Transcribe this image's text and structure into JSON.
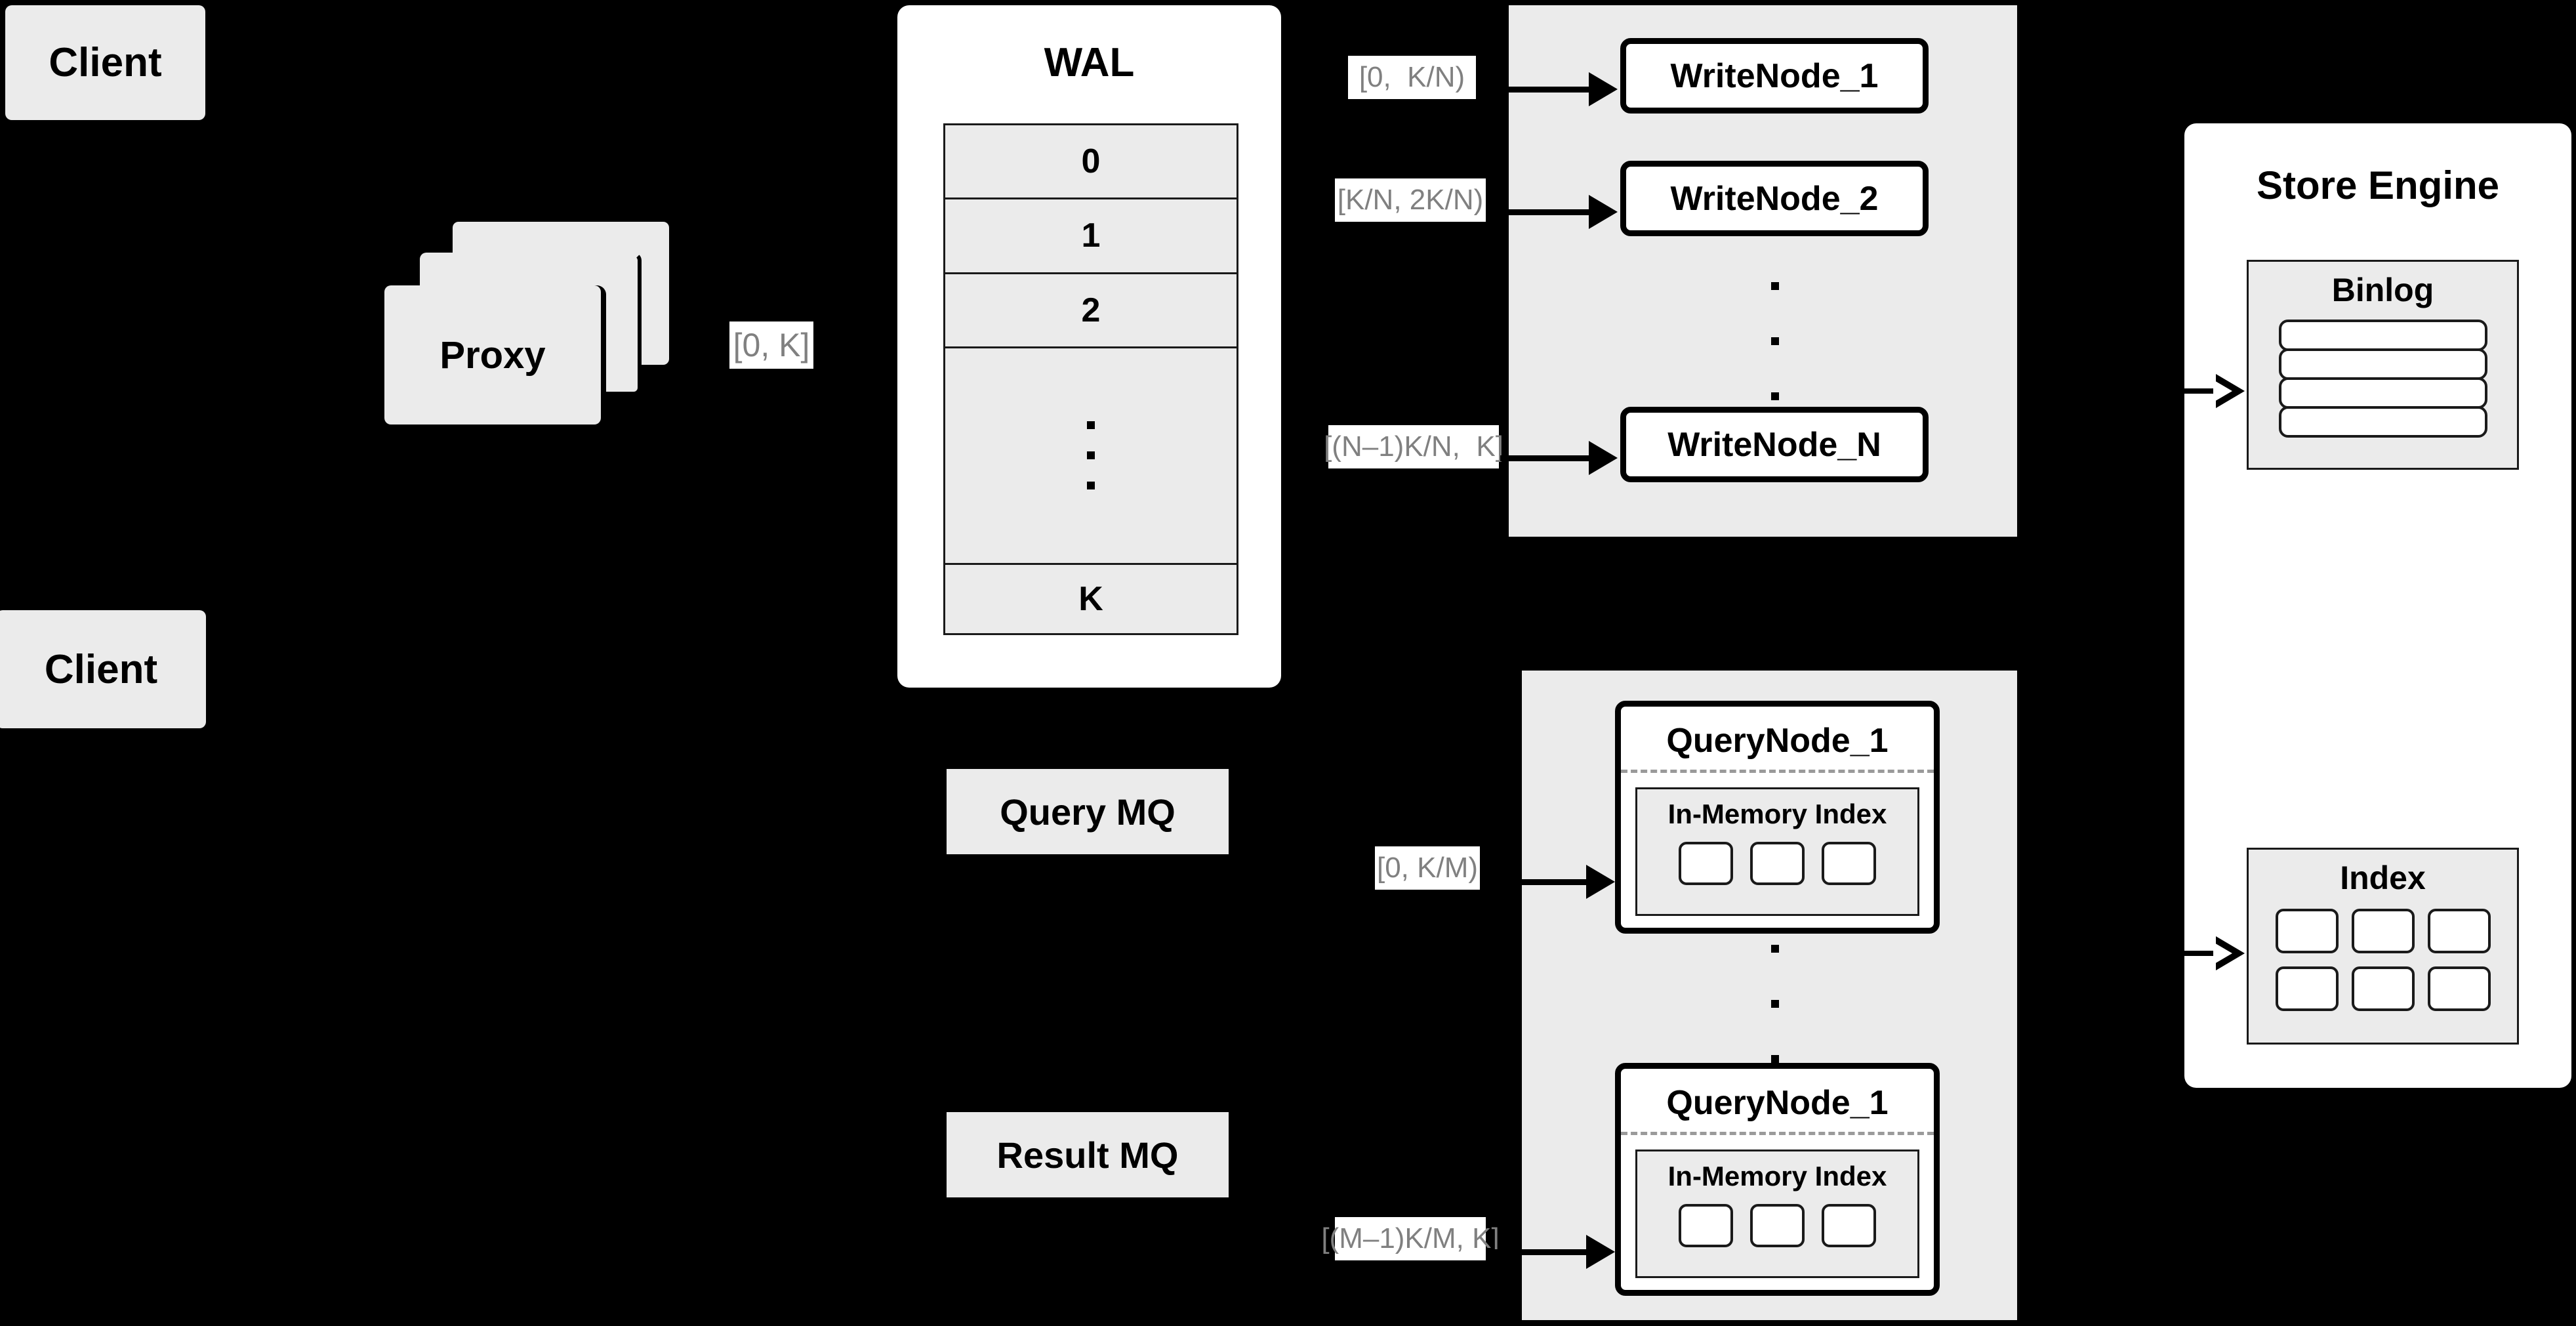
{
  "diagram": {
    "title": "Distributed write/query architecture",
    "background_color": "#000000",
    "surface_color": "#ebebeb",
    "panel_color": "#ffffff",
    "tag_text_color": "#808080"
  },
  "clients": [
    {
      "label": "Client"
    },
    {
      "label": "Client"
    }
  ],
  "proxy": {
    "label": "Proxy",
    "stack_count": 3
  },
  "range_tags": {
    "proxy_to_wal": "[0, K]",
    "write_node_1": "[0,  K/N)",
    "write_node_2": "[K/N, 2K/N)",
    "write_node_n": "[(N–1)K/N,  K]",
    "query_node_1": "[0, K/M)",
    "query_node_m": "[(M–1)K/M, K]"
  },
  "wal": {
    "title": "WAL",
    "rows": [
      "0",
      "1",
      "2"
    ],
    "ellipsis_row": "...",
    "last_row": "K"
  },
  "write_nodes": {
    "items": [
      {
        "label": "WriteNode_1"
      },
      {
        "label": "WriteNode_2"
      },
      {
        "label": "WriteNode_N"
      }
    ],
    "ellipsis": "..."
  },
  "message_queues": [
    {
      "label": "Query MQ"
    },
    {
      "label": "Result MQ"
    }
  ],
  "query_nodes": {
    "items": [
      {
        "label": "QueryNode_1",
        "index_label": "In-Memory Index",
        "index_slots": 3
      },
      {
        "label": "QueryNode_1",
        "index_label": "In-Memory Index",
        "index_slots": 3
      }
    ],
    "ellipsis": "..."
  },
  "store_engine": {
    "title": "Store Engine",
    "binlog": {
      "title": "Binlog",
      "rows": 4
    },
    "index": {
      "title": "Index",
      "slots": 6
    }
  }
}
